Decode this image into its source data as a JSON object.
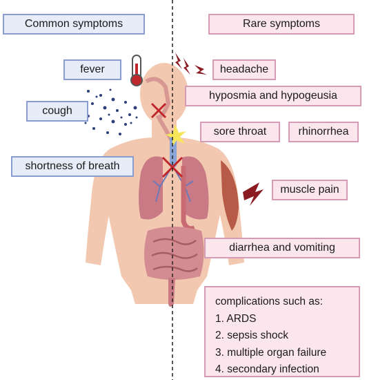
{
  "headers": {
    "common": "Common symptoms",
    "rare": "Rare symptoms"
  },
  "common_symptoms": {
    "fever": "fever",
    "cough": "cough",
    "shortness_of_breath": "shortness of breath"
  },
  "rare_symptoms": {
    "headache": "headache",
    "hyposmia": "hyposmia and hypogeusia",
    "sore_throat": "sore throat",
    "rhinorrhea": "rhinorrhea",
    "muscle_pain": "muscle pain",
    "diarrhea": "diarrhea and vomiting"
  },
  "complications": {
    "title": "complications such as:",
    "items": [
      "1. ARDS",
      "2. sepsis shock",
      "3. multiple organ failure",
      "4. secondary infection"
    ]
  },
  "colors": {
    "common_fill": "#e6ecf8",
    "common_border": "#8a9bd0",
    "rare_fill": "#fbe6ee",
    "rare_border": "#d49bb4",
    "skin": "#f2c9b0",
    "lung": "#c97a84",
    "intestine": "#d28c92",
    "muscle": "#b85a48",
    "cross": "#c0272d",
    "lightning": "#8b1c22"
  },
  "icons": [
    "thermometer-icon",
    "cough-droplets-icon",
    "lightning-icon",
    "cross-mark-icon"
  ]
}
